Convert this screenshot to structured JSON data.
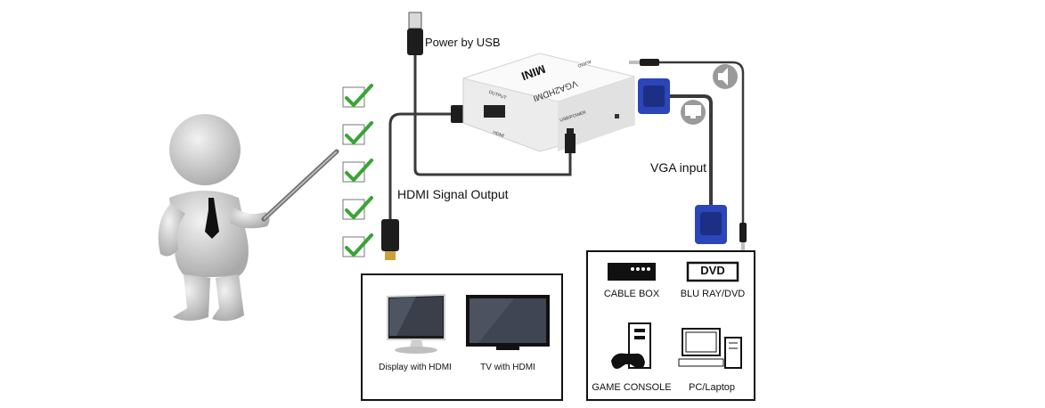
{
  "labels": {
    "power": "Power by USB",
    "hdmi_output": "HDMI Signal Output",
    "vga_input": "VGA input"
  },
  "device": {
    "brand": "MINI",
    "model": "VGA2HDMI",
    "port_output": "OUTPUT",
    "port_hdmi": "HDMI",
    "port_usb": "USB/POWER",
    "port_audio": "AUDIO"
  },
  "outputs_box": {
    "items": [
      {
        "label": "Display with HDMI"
      },
      {
        "label": "TV with HDMI"
      }
    ]
  },
  "sources_box": {
    "items": [
      {
        "label": "CABLE BOX"
      },
      {
        "label": "BLU RAY/DVD",
        "badge": "DVD"
      },
      {
        "label": "GAME CONSOLE"
      },
      {
        "label": "PC/Laptop"
      }
    ]
  },
  "checkmarks": {
    "count": 5,
    "color": "#3aa335"
  },
  "colors": {
    "vga_blue": "#2b46b8",
    "cable": "#3a3a3a",
    "device": "#f2f2f2"
  }
}
